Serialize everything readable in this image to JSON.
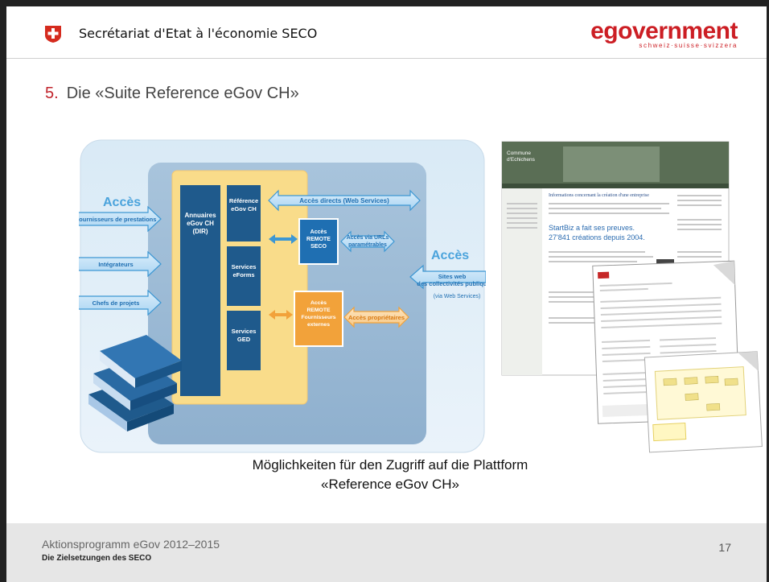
{
  "header": {
    "organization": "Secrétariat d'Etat à l'économie SECO",
    "logo_word": "egovernment",
    "logo_tagline": "schweiz·suisse·svizzera"
  },
  "slide": {
    "number": "5.",
    "title": "Die «Suite Reference eGov CH»",
    "caption_line1": "Möglichkeiten für den Zugriff auf die Plattform",
    "caption_line2": "«Reference eGov CH»"
  },
  "diagram": {
    "acces_left": "Accès",
    "acces_right": "Accès",
    "left_labels": [
      "Fournisseurs de prestations",
      "Intégrateurs",
      "Chefs de projets"
    ],
    "annuaires": "Annuaires eGov CH (DIR)",
    "reference": "Référence eGov CH",
    "services_eforms": "Services eForms",
    "services_ged": "Services GED",
    "remote_seco": "Accès REMOTE SECO",
    "remote_ext": "Accès REMOTE Fournisseurs externes",
    "arrow_top": "Accès directs (Web Services)",
    "arrow_urls": "Accès via URLs paramétrables",
    "arrow_prop": "Accès propriétaires",
    "right_label_1": "Sites web",
    "right_label_2": "des collectivités publiques",
    "right_label_3": "(via Web Services)"
  },
  "screenshots": {
    "commune_name": "Commune d'Echichens",
    "headline": "Informations concernant la création d'une entreprise",
    "startbiz_1": "StartBiz a fait ses preuves.",
    "startbiz_2": "27'841 créations depuis 2004."
  },
  "footer": {
    "program": "Aktionsprogramm eGov 2012–2015",
    "subtitle": "Die Zielsetzungen des SECO",
    "page": "17"
  },
  "colors": {
    "seco_red": "#cc1e24",
    "dark_blue": "#1f5a8c",
    "light_blue": "#4aa3dc",
    "orange": "#f2a23a",
    "yellow_frame": "#f9dc8a"
  }
}
